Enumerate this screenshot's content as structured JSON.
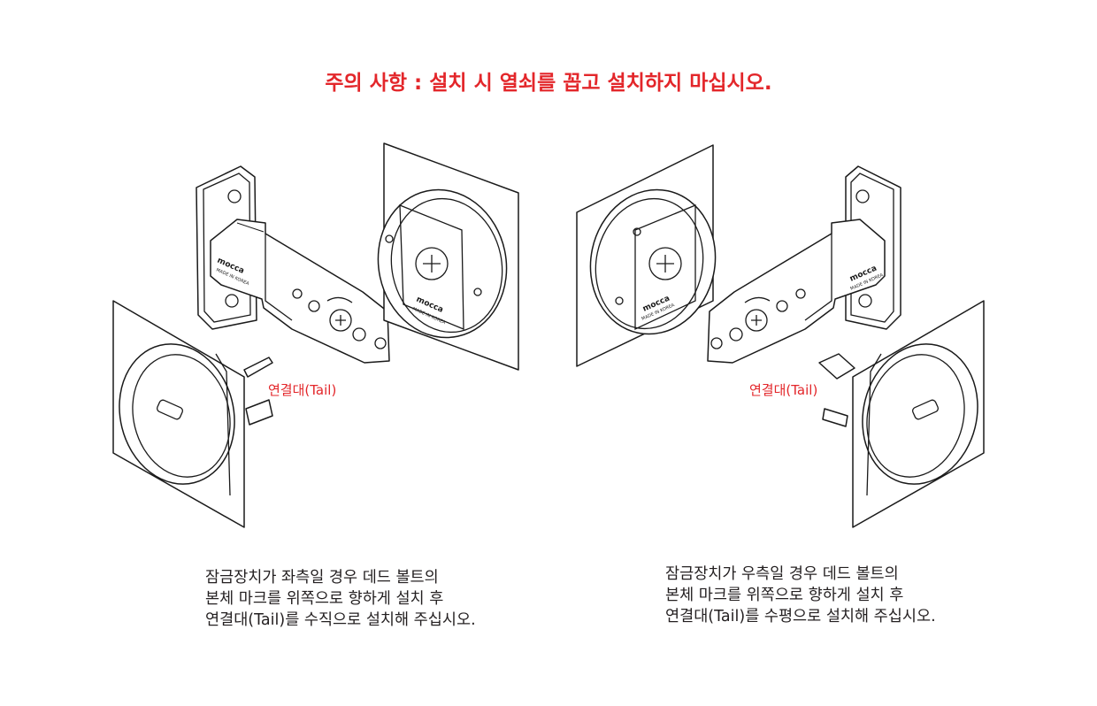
{
  "warning": "주의 사항 : 설치 시 열쇠를 꼽고 설치하지 마십시오.",
  "tail_label_left": "연결대(Tail)",
  "tail_label_right": "연결대(Tail)",
  "left_instructions": {
    "line1": "잠금장치가 좌측일 경우 데드 볼트의",
    "line2": "본체 마크를 위쪽으로 향하게 설치 후",
    "line3": "연결대(Tail)를 수직으로 설치해 주십시오."
  },
  "right_instructions": {
    "line1": "잠금장치가 우측일 경우 데드 볼트의",
    "line2": "본체 마크를 위쪽으로 향하게 설치 후",
    "line3": "연결대(Tail)를 수평으로 설치해 주십시오."
  },
  "colors": {
    "warning": "#e3262a",
    "text": "#231f20",
    "line": "#1a1a1a"
  }
}
